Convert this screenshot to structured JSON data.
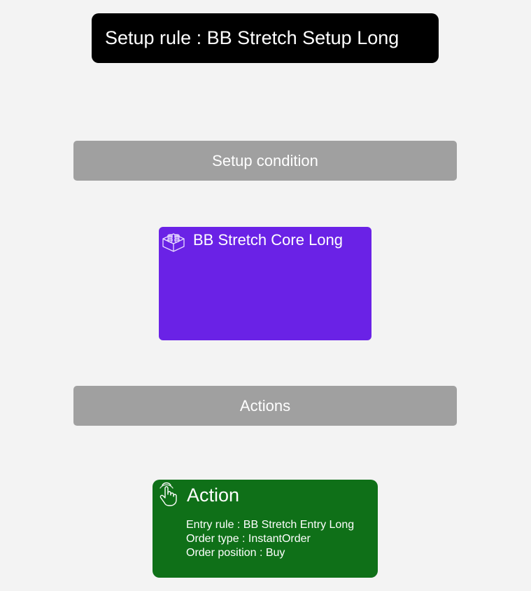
{
  "title": "Setup rule : BB Stretch Setup Long",
  "sections": {
    "setup_condition_label": "Setup condition",
    "actions_label": "Actions"
  },
  "condition": {
    "icon": "lego-brick-icon",
    "label": "BB Stretch Core Long",
    "color": "#6a22e6"
  },
  "action": {
    "icon": "touch-hand-icon",
    "heading": "Action",
    "entry_rule": "Entry rule : BB Stretch Entry Long",
    "order_type": "Order type : InstantOrder",
    "order_position": "Order position : Buy",
    "color": "#0f7018"
  },
  "colors": {
    "background": "#f3f3f3",
    "title_bg": "#000000",
    "section_bar": "#a0a0a0"
  }
}
